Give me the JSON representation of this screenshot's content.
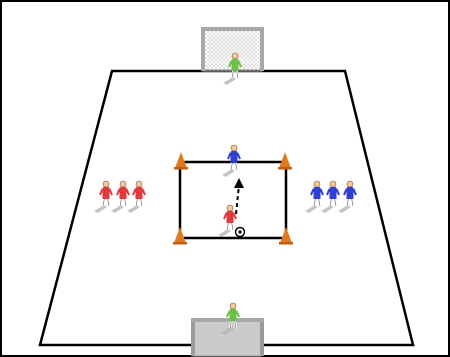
{
  "diagram": {
    "description_free": true,
    "colors": {
      "background": "#ffffff",
      "frame": "#000000",
      "field_line": "#000000",
      "goal_frame": "#9a9a9a",
      "goal_net": "#c8c8c8",
      "cone": "#e07a20",
      "team_red": "#e23b3b",
      "team_blue": "#2f3fd0",
      "goalkeeper": "#6cc04a",
      "shadow": "#b5b5b5",
      "ball": "#000000"
    },
    "icons": {
      "goal": "soccer-goal-icon",
      "cone": "cone-icon",
      "player": "player-icon",
      "ball": "soccer-ball-icon",
      "arrow": "dashed-arrow-icon"
    },
    "elements": {
      "top_goalkeeper_team": "goalkeeper",
      "bottom_goalkeeper_team": "goalkeeper",
      "center_attacker_team": "team_red",
      "center_defender_team": "team_blue",
      "left_group_team": "team_red",
      "left_group_count": 3,
      "right_group_team": "team_blue",
      "right_group_count": 3,
      "cone_count": 4
    }
  }
}
